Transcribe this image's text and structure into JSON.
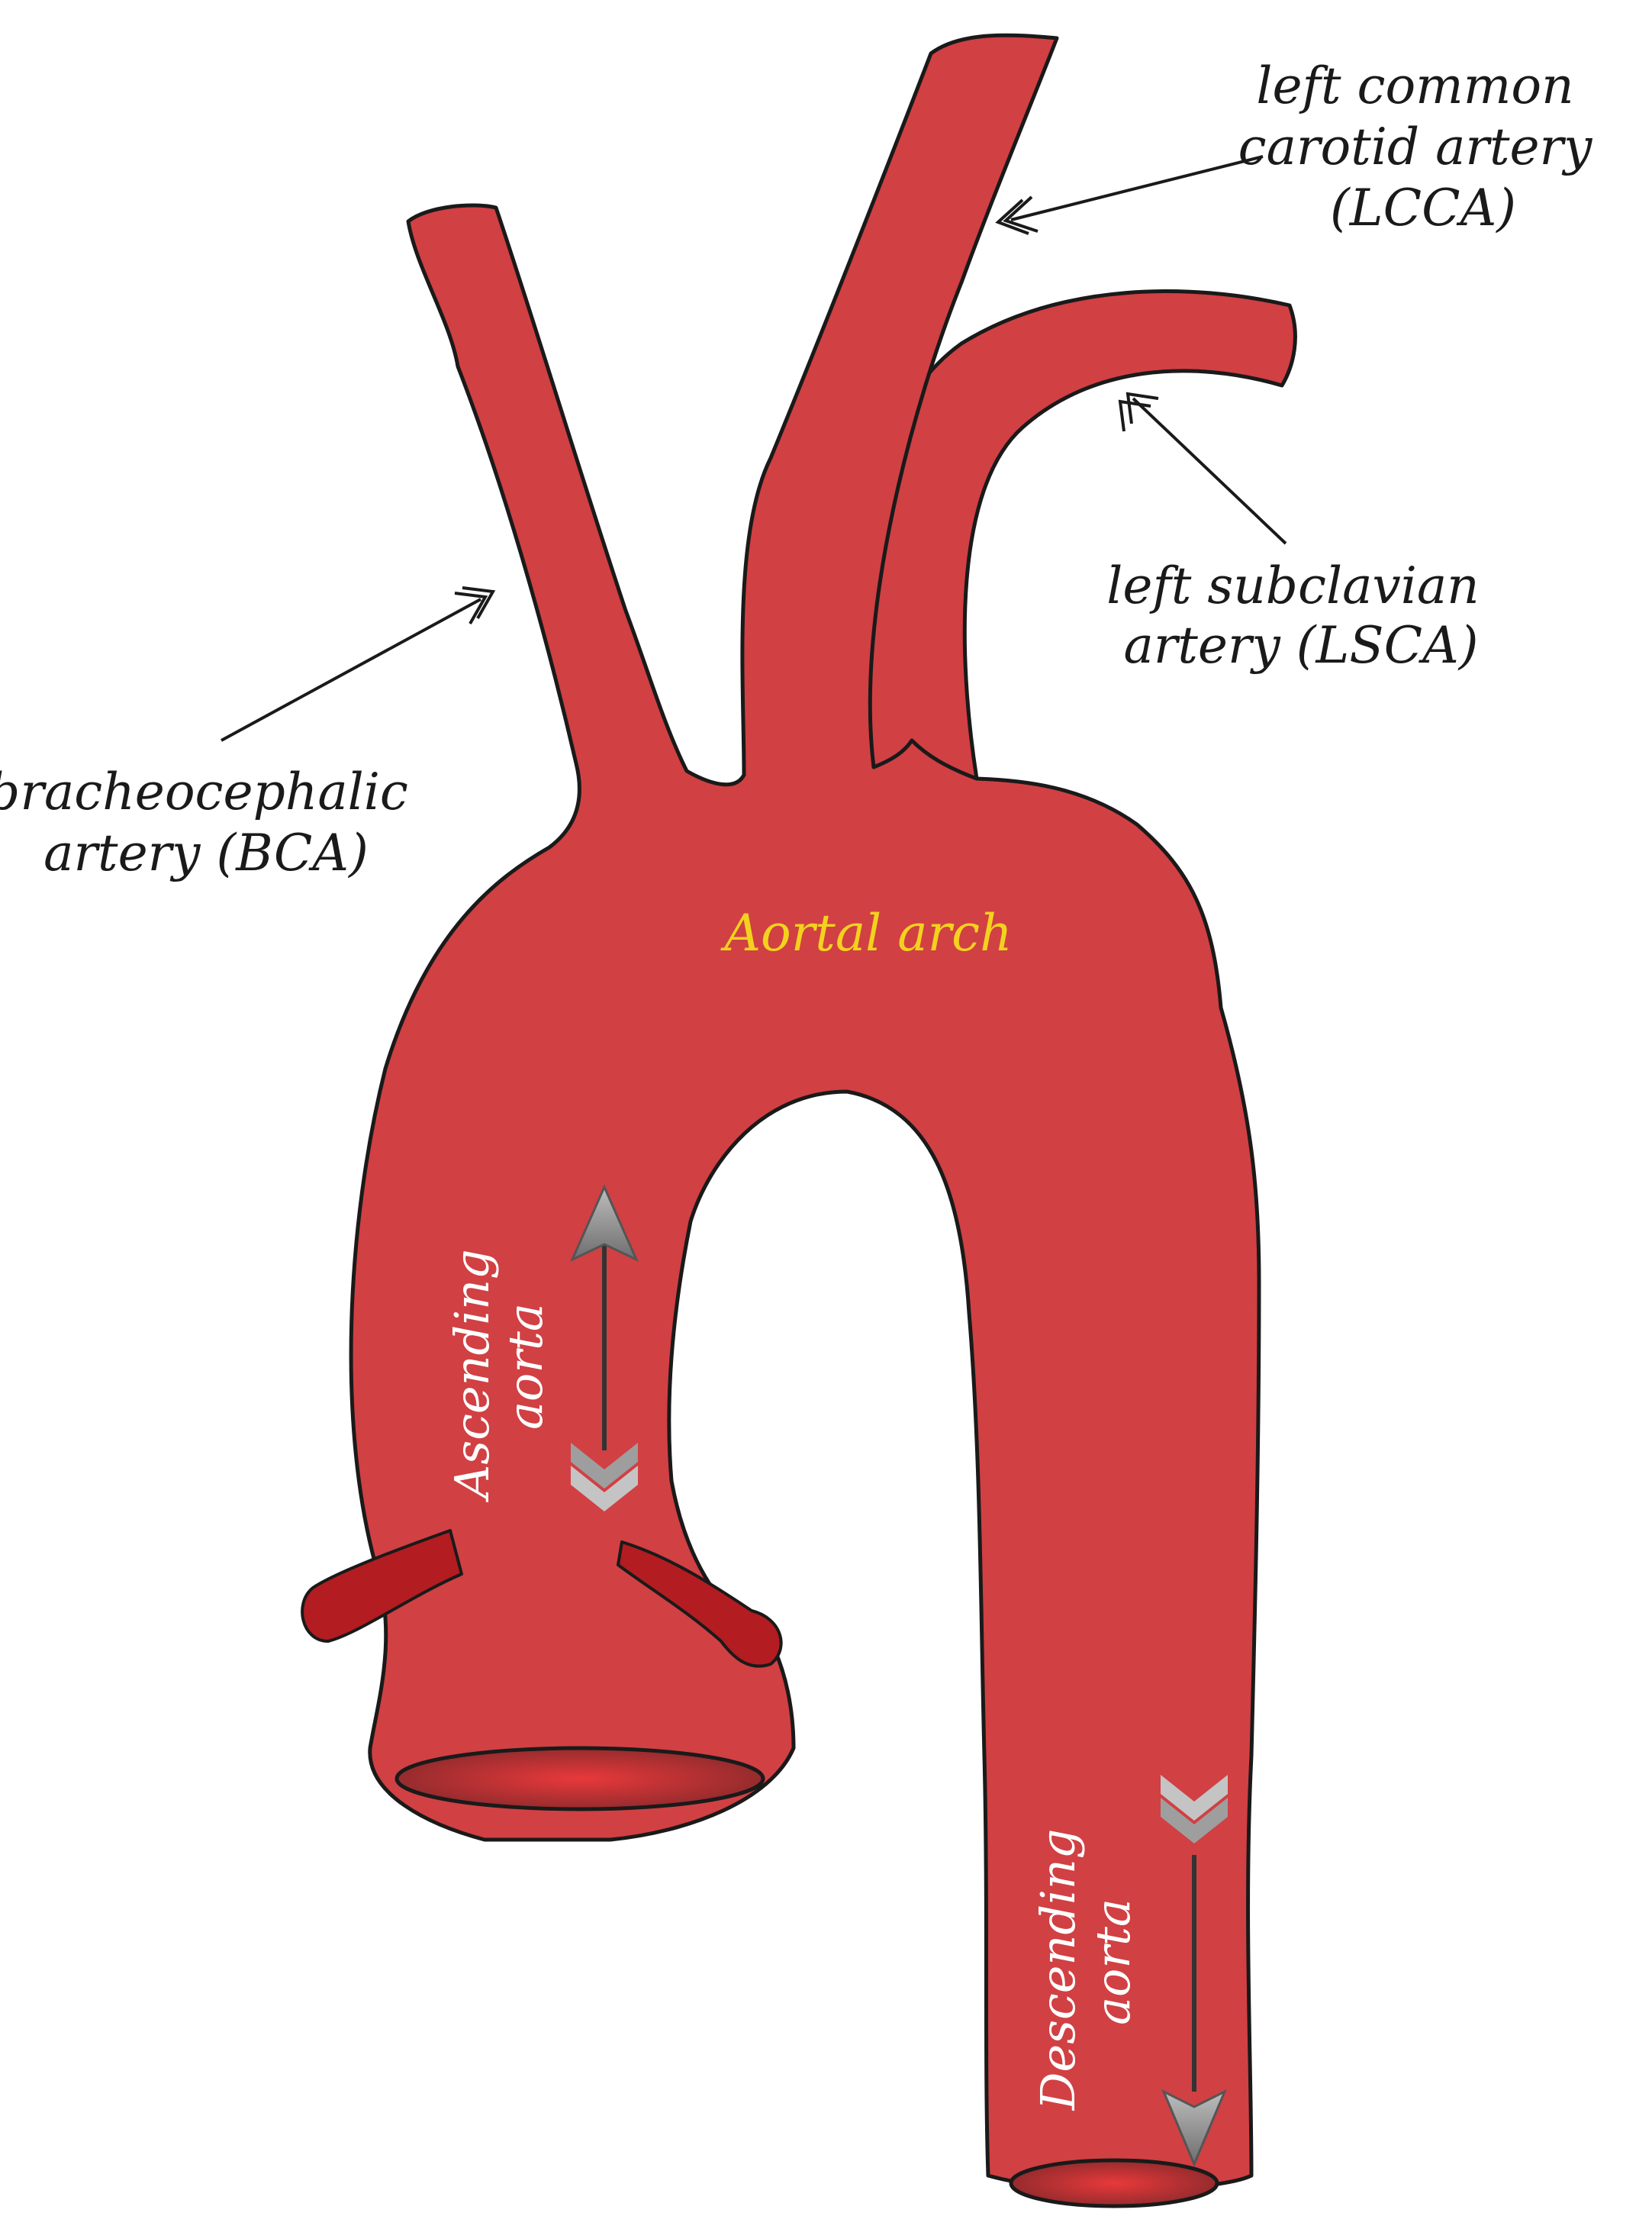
{
  "labels": {
    "lcca": [
      "left common",
      "carotid artery",
      "(LCCA)"
    ],
    "lsca": [
      "left subclavian",
      "artery (LSCA)"
    ],
    "bca": [
      "bracheocephalic",
      "artery (BCA)"
    ],
    "arch": "Aortal arch",
    "ascending": [
      "Ascending",
      "aorta"
    ],
    "descending": [
      "Descending",
      "aorta"
    ]
  },
  "colors": {
    "vessel": "#d14043",
    "vessel_dark": "#b31c20",
    "outline": "#1a1a1a",
    "arch_label": "#f2d21e",
    "arrow_gray": "#8a8a8a"
  }
}
